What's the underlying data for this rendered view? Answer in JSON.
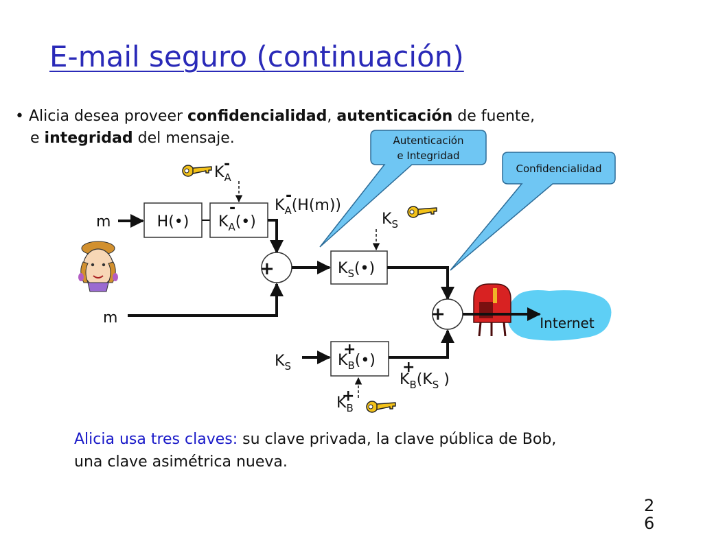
{
  "slide": {
    "title": "E-mail seguro (continuación)",
    "bullet": {
      "marker": "•",
      "p1": "Alicia desea proveer ",
      "b1": "confidencialidad",
      "p2": ", ",
      "b2": "autenticación",
      "p3": " de fuente,",
      "p4": "e ",
      "b3": "integridad",
      "p5": " del mensaje."
    },
    "note": {
      "lead": "Alicia usa tres claves:",
      "rest": " su clave privada, la clave pública de Bob,",
      "line2": "una clave asimétrica nueva."
    },
    "page_number": "26"
  },
  "diagram": {
    "callouts": {
      "auth_line1": "Autenticación",
      "auth_line2": "e Integridad",
      "conf": "Confidencialidad"
    },
    "inputs": {
      "m_top": "m",
      "m_bottom": "m"
    },
    "blocks": {
      "hash": "H(•)",
      "sign_base": "K",
      "sign_sub": "A",
      "sign_sup": "-",
      "sign_arg": "(•)",
      "sym_base": "K",
      "sym_sub": "S",
      "sym_arg": "(•)",
      "pub_base": "K",
      "pub_sub": "B",
      "pub_sup": "+",
      "pub_arg": "(•)"
    },
    "keys": {
      "ka_base": "K",
      "ka_sub": "A",
      "ka_sup": "-",
      "ks_base": "K",
      "ks_sub": "S",
      "kb_base": "K",
      "kb_sub": "B",
      "kb_sup": "+"
    },
    "labels": {
      "sig_base": "K",
      "sig_sub": "A",
      "sig_sup": "-",
      "sig_rest": "(H(m))",
      "ks_in_base": "K",
      "ks_in_sub": "S",
      "enc_base": "K",
      "enc_sub": "B",
      "enc_sup": "+",
      "enc_mid": "(K",
      "enc_sub2": "S",
      "enc_end": " )"
    },
    "plus": "+",
    "internet": "Internet",
    "colors": {
      "title": "#2a2ab8",
      "callout": "#6fc6f3",
      "cloud": "#5ecff5",
      "mailbox": "#c41a1a"
    }
  }
}
